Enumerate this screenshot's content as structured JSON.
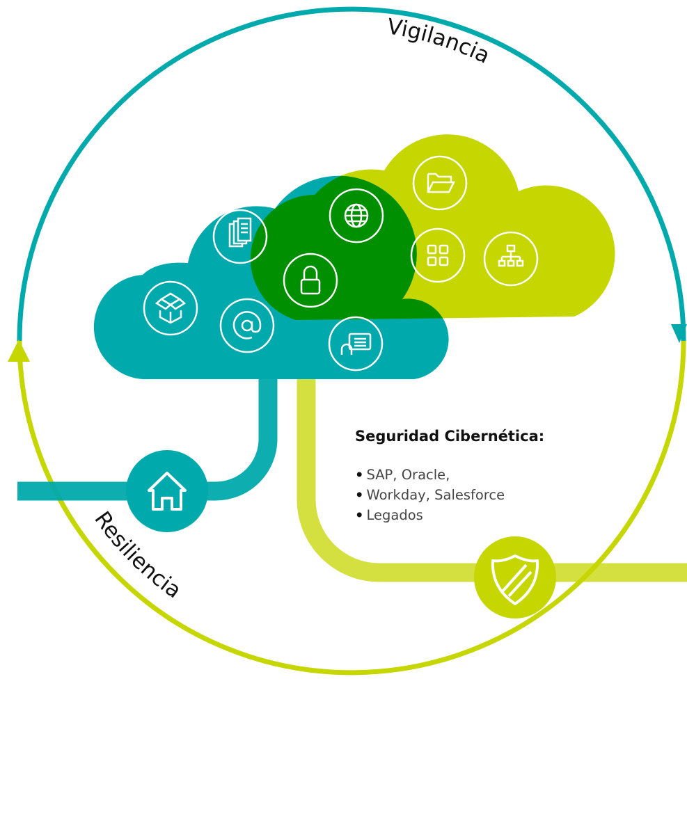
{
  "cycle": {
    "top_label": "Vigilancia",
    "left_label": "Resiliencia"
  },
  "info_panel": {
    "title": "Seguridad Cibernética:",
    "items": [
      {
        "bullet": "•",
        "text": "SAP, Oracle,"
      },
      {
        "bullet": "•",
        "text": "Workday, Salesforce"
      },
      {
        "bullet": "•",
        "text": "Legados"
      }
    ]
  },
  "colors": {
    "teal": "#00a9ac",
    "lime": "#c5d600",
    "dark_green": "#008f00",
    "white": "#ffffff"
  },
  "icons": {
    "teal_cloud": [
      "documents-icon",
      "dropbox-icon",
      "at-sign-icon"
    ],
    "overlap": [
      "lock-icon",
      "contact-card-icon"
    ],
    "lime_cloud": [
      "folder-icon",
      "globe-icon",
      "apps-grid-icon",
      "org-chart-icon"
    ],
    "pipes": [
      "home-icon",
      "shield-icon"
    ]
  }
}
